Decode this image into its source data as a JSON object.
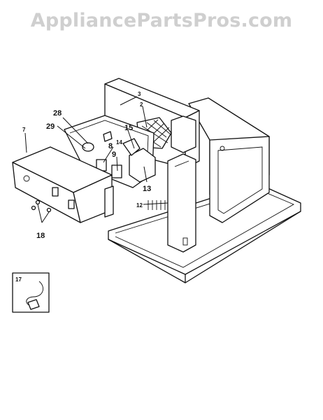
{
  "watermark": "AppliancePartsPros.com",
  "callouts": {
    "c7": "7",
    "c28": "28",
    "c29": "29",
    "c3": "3",
    "c2": "2",
    "c15": "15",
    "c8": "8",
    "c14": "14",
    "c9": "9",
    "c13": "13",
    "c12": "12",
    "c18": "18",
    "c17": "17"
  }
}
